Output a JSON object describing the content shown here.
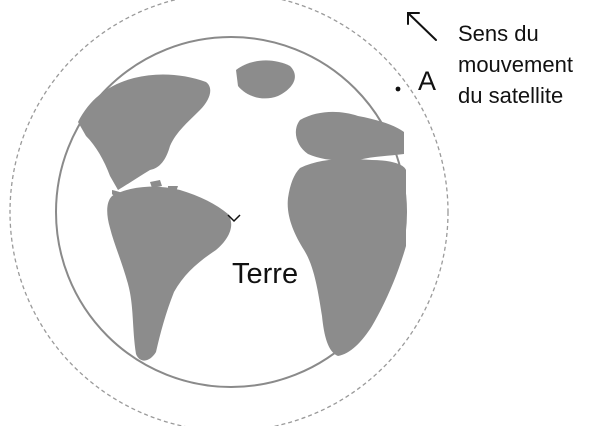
{
  "labels": {
    "point": "A",
    "earth": "Terre",
    "direction_lines": [
      "Sens du",
      "mouvement",
      "du satellite"
    ]
  },
  "colors": {
    "orbit": "#9a9a9a",
    "earth_outline": "#8a8a8a",
    "continents": "#8c8c8c",
    "ocean": "#ffffff",
    "text": "#111111"
  },
  "icons": {
    "direction": "arrow-up-left-icon",
    "center": "center-mark-icon",
    "satellite": "satellite-dot-icon"
  }
}
